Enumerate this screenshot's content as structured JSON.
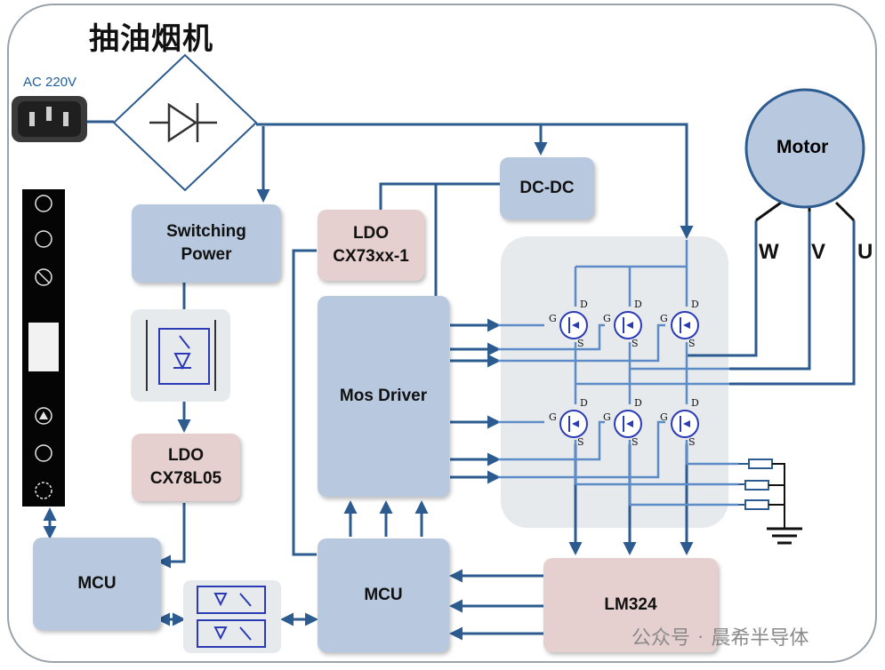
{
  "title": "抽油烟机",
  "ac_label": "AC 220V",
  "blocks": {
    "switching_power": [
      "Switching",
      "Power"
    ],
    "ldo_top": [
      "LDO",
      "CX73xx-1"
    ],
    "dc_dc": "DC-DC",
    "mos_driver": "Mos Driver",
    "ldo_left": [
      "LDO",
      "CX78L05"
    ],
    "mcu_left": "MCU",
    "mcu_center": "MCU",
    "lm324": "LM324",
    "motor": "Motor"
  },
  "phases": [
    "W",
    "V",
    "U"
  ],
  "pin_labels": {
    "g": "G",
    "d": "D",
    "s": "S"
  },
  "watermark": {
    "dot": "公众号",
    "sep": "·",
    "name": "晨希半导体"
  },
  "colors": {
    "wire": "#2c5b8f",
    "phase_wire": "#5b8cc8",
    "block_blue": "#b8c9df",
    "block_pink": "#e6cfcf"
  }
}
